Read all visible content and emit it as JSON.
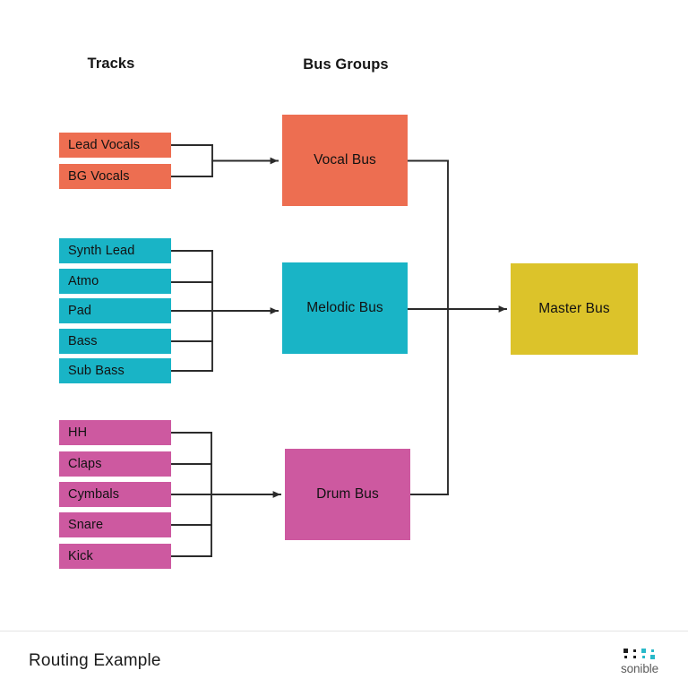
{
  "slide": {
    "title": "Routing Example",
    "brand": "sonible",
    "background": "#ffffff"
  },
  "columns": {
    "tracks_heading": "Tracks",
    "buses_heading": "Bus Groups"
  },
  "palette": {
    "vocal": "#ED6E51",
    "melodic": "#19B4C6",
    "drum": "#CD59A0",
    "master": "#DCC32A",
    "wire": "#2b2b2b",
    "rule": "#e4e4e4",
    "text": "#121212",
    "brand_dot_teal": "#2ab9c9",
    "brand_dot_dark": "#1d1d1d"
  },
  "groups": [
    {
      "id": "vocal",
      "bus_label": "Vocal Bus",
      "tracks": [
        "Lead Vocals",
        "BG Vocals"
      ]
    },
    {
      "id": "melodic",
      "bus_label": "Melodic Bus",
      "tracks": [
        "Synth Lead",
        "Atmo",
        "Pad",
        "Bass",
        "Sub Bass"
      ]
    },
    {
      "id": "drum",
      "bus_label": "Drum Bus",
      "tracks": [
        "HH",
        "Claps",
        "Cymbals",
        "Snare",
        "Kick"
      ]
    }
  ],
  "master": {
    "label": "Master Bus"
  }
}
